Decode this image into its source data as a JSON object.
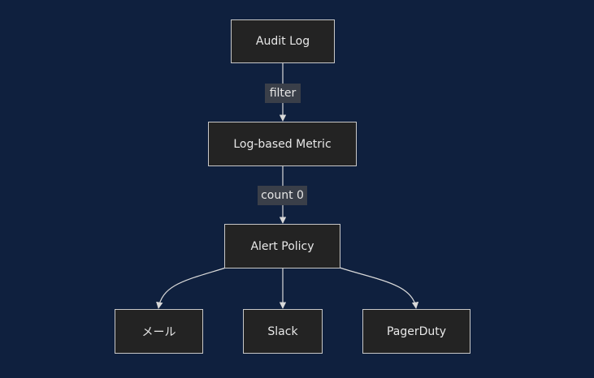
{
  "nodes": {
    "audit_log": "Audit Log",
    "log_metric": "Log-based Metric",
    "alert_policy": "Alert Policy",
    "mail": "メール",
    "slack": "Slack",
    "pagerduty": "PagerDuty"
  },
  "edges": {
    "filter": "filter",
    "count": "count 0"
  },
  "colors": {
    "background": "#0f203e",
    "node_fill": "#232323",
    "node_border": "#c8c8c8",
    "edge": "#d9d9d9",
    "edge_label_bg": "#3a3f49"
  }
}
